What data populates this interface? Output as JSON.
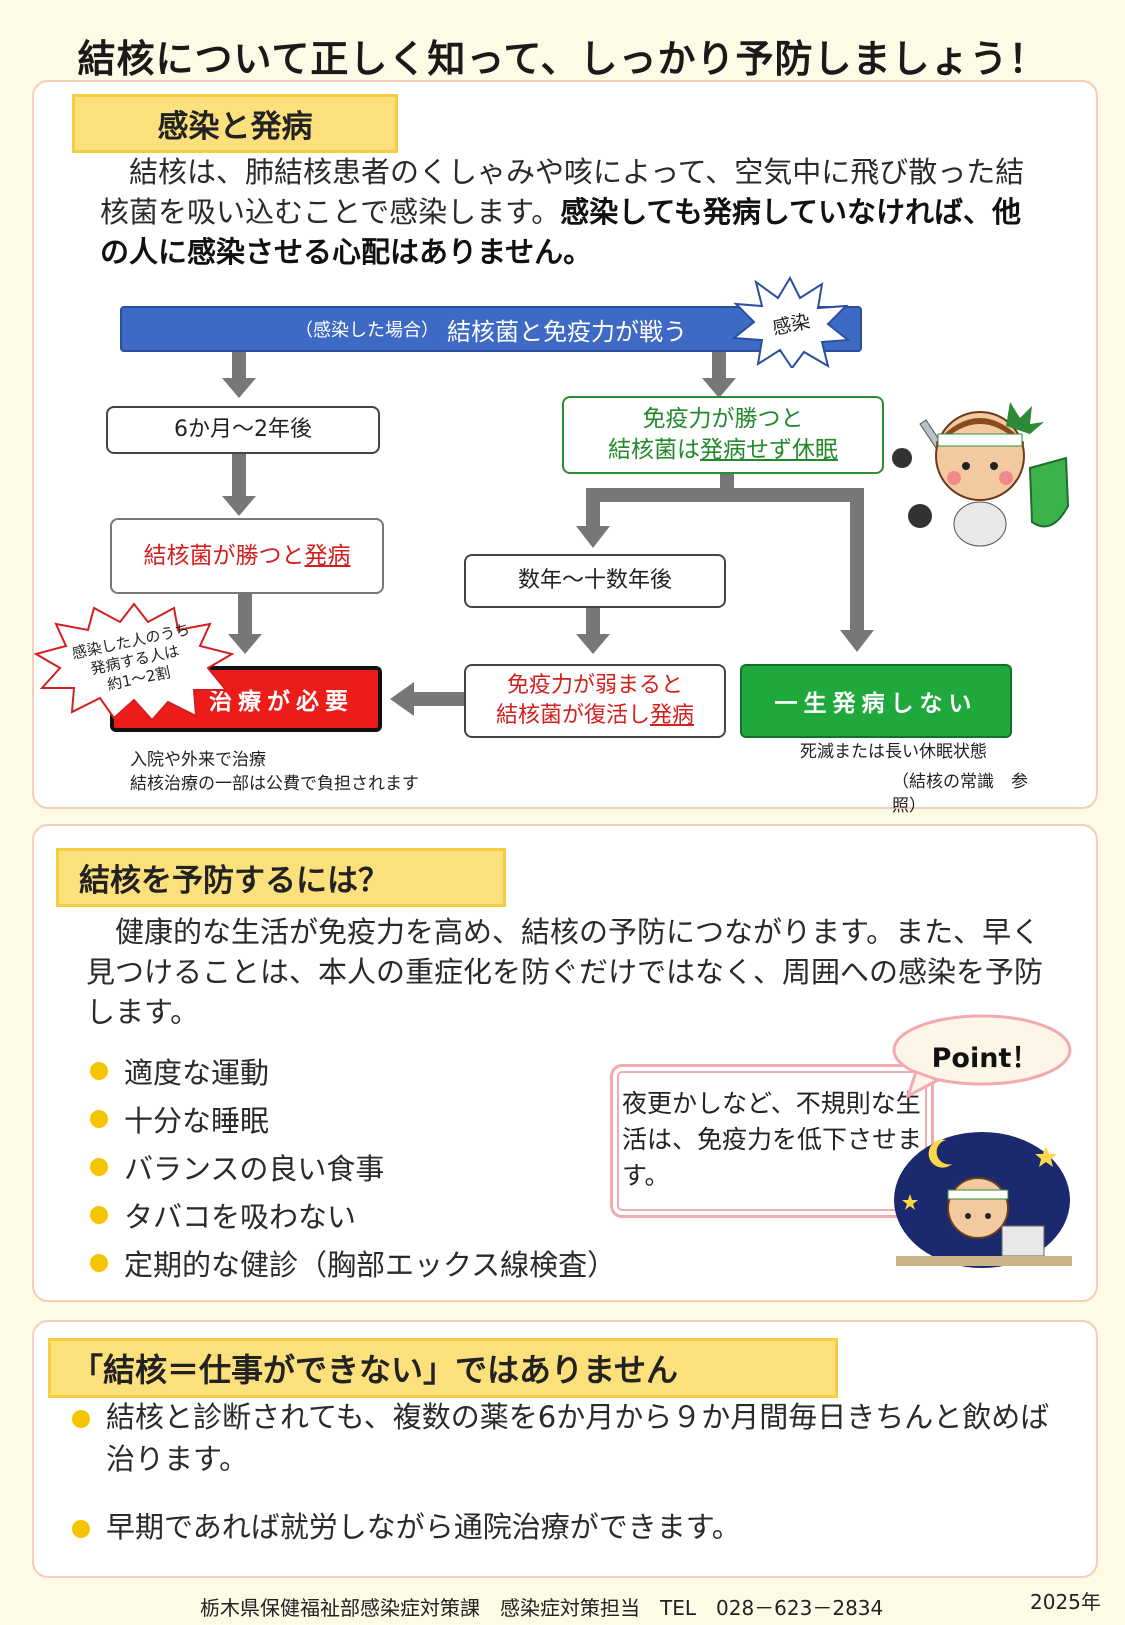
{
  "page_title": "結核について正しく知って、しっかり予防しましょう！",
  "section1": {
    "title": "感染と発病",
    "para_normal": "　結核は、肺結核患者のくしゃみや咳によって、空気中に飛び散った結核菌を吸い込むことで感染します。",
    "para_bold": "感染しても発病していなければ、他の人に感染させる心配はありません。",
    "flow": {
      "top_prefix": "（感染した場合）",
      "top_main": "結核菌と免疫力が戦う",
      "infection_burst": "感染",
      "left_time": "6か月～2年後",
      "left_result_pre": "結核菌が勝つと",
      "left_result_ul": "発病",
      "right_result_1": "免疫力が勝つと",
      "right_result_2_pre": "結核菌は",
      "right_result_2_ul": "発病せず休眠",
      "mid_time": "数年～十数年後",
      "mid_result_1": "免疫力が弱まると",
      "mid_result_2_pre": "結核菌が復活し",
      "mid_result_2_ul": "発病",
      "treatment": "治療が必要",
      "never": "一生発病しない",
      "ratio_burst_1": "感染した人のうち",
      "ratio_burst_2": "発病する人は",
      "ratio_burst_3": "約1～2割",
      "treat_note_1": "入院や外来で治療",
      "treat_note_2": "結核治療の一部は公費で負担されます",
      "never_note_1": "死滅または長い休眠状態",
      "never_note_2": "（結核の常識　参照）"
    }
  },
  "section2": {
    "title": "結核を予防するには？",
    "para": "　健康的な生活が免疫力を高め、結核の予防につながります。また、早く見つけることは、本人の重症化を防ぐだけではなく、周囲への感染を予防します。",
    "bullets": [
      "適度な運動",
      "十分な睡眠",
      "バランスの良い食事",
      "タバコを吸わない",
      "定期的な健診（胸部エックス線検査）"
    ],
    "point_label": "Point！",
    "point_text": "夜更かしなど、不規則な生活は、免疫力を低下させます。"
  },
  "section3": {
    "title": "「結核＝仕事ができない」ではありません",
    "bullets": [
      "結核と診断されても、複数の薬を6か月から９か月間毎日きちんと飲めば治ります。",
      "早期であれば就労しながら通院治療ができます。"
    ]
  },
  "footer": {
    "contact": "栃木県保健福祉部感染症対策課　感染症対策担当　TEL　028－623－2834",
    "year": "2025年"
  },
  "colors": {
    "bg": "#fdfae6",
    "title_bar": "#3e69c4",
    "treatment_red": "#ee1b1b",
    "never_green": "#1fa83c",
    "highlight_yellow": "#fbe07c",
    "arrow_gray": "#777777"
  }
}
